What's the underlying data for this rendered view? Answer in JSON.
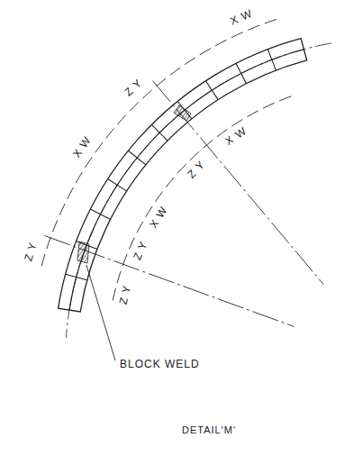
{
  "diagram": {
    "caption": "DETAIL'M'",
    "labels": [
      "Z Y",
      "X W",
      "Z Y",
      "X W",
      "Z Y",
      "Z Y",
      "X W",
      "Z Y",
      "X W",
      "BLOCK WELD"
    ]
  }
}
